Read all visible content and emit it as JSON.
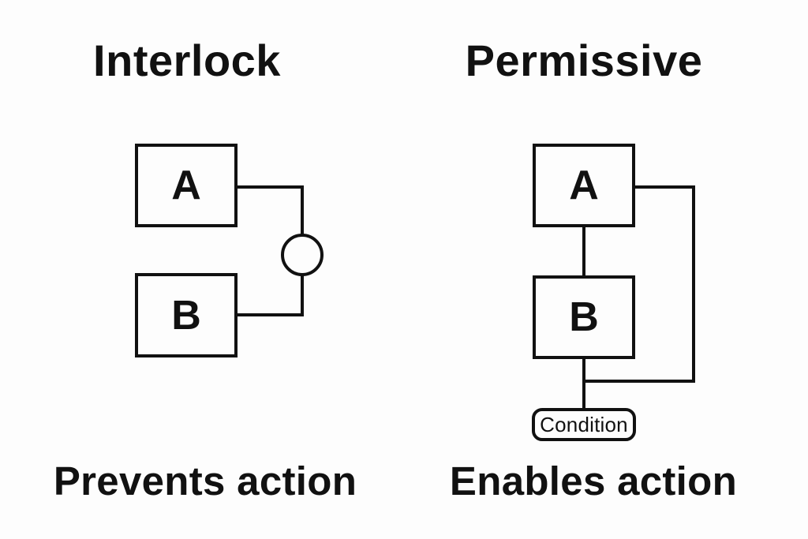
{
  "figure": {
    "background_color": "#fdfdfd",
    "ink_color": "#111111"
  },
  "interlock": {
    "title": "Interlock",
    "node_a_label": "A",
    "node_b_label": "B",
    "connector_symbol": "circle-interlock-symbol",
    "caption": "Prevents action"
  },
  "permissive": {
    "title": "Permissive",
    "node_a_label": "A",
    "node_b_label": "B",
    "condition_label": "Condition",
    "caption": "Enables action"
  }
}
